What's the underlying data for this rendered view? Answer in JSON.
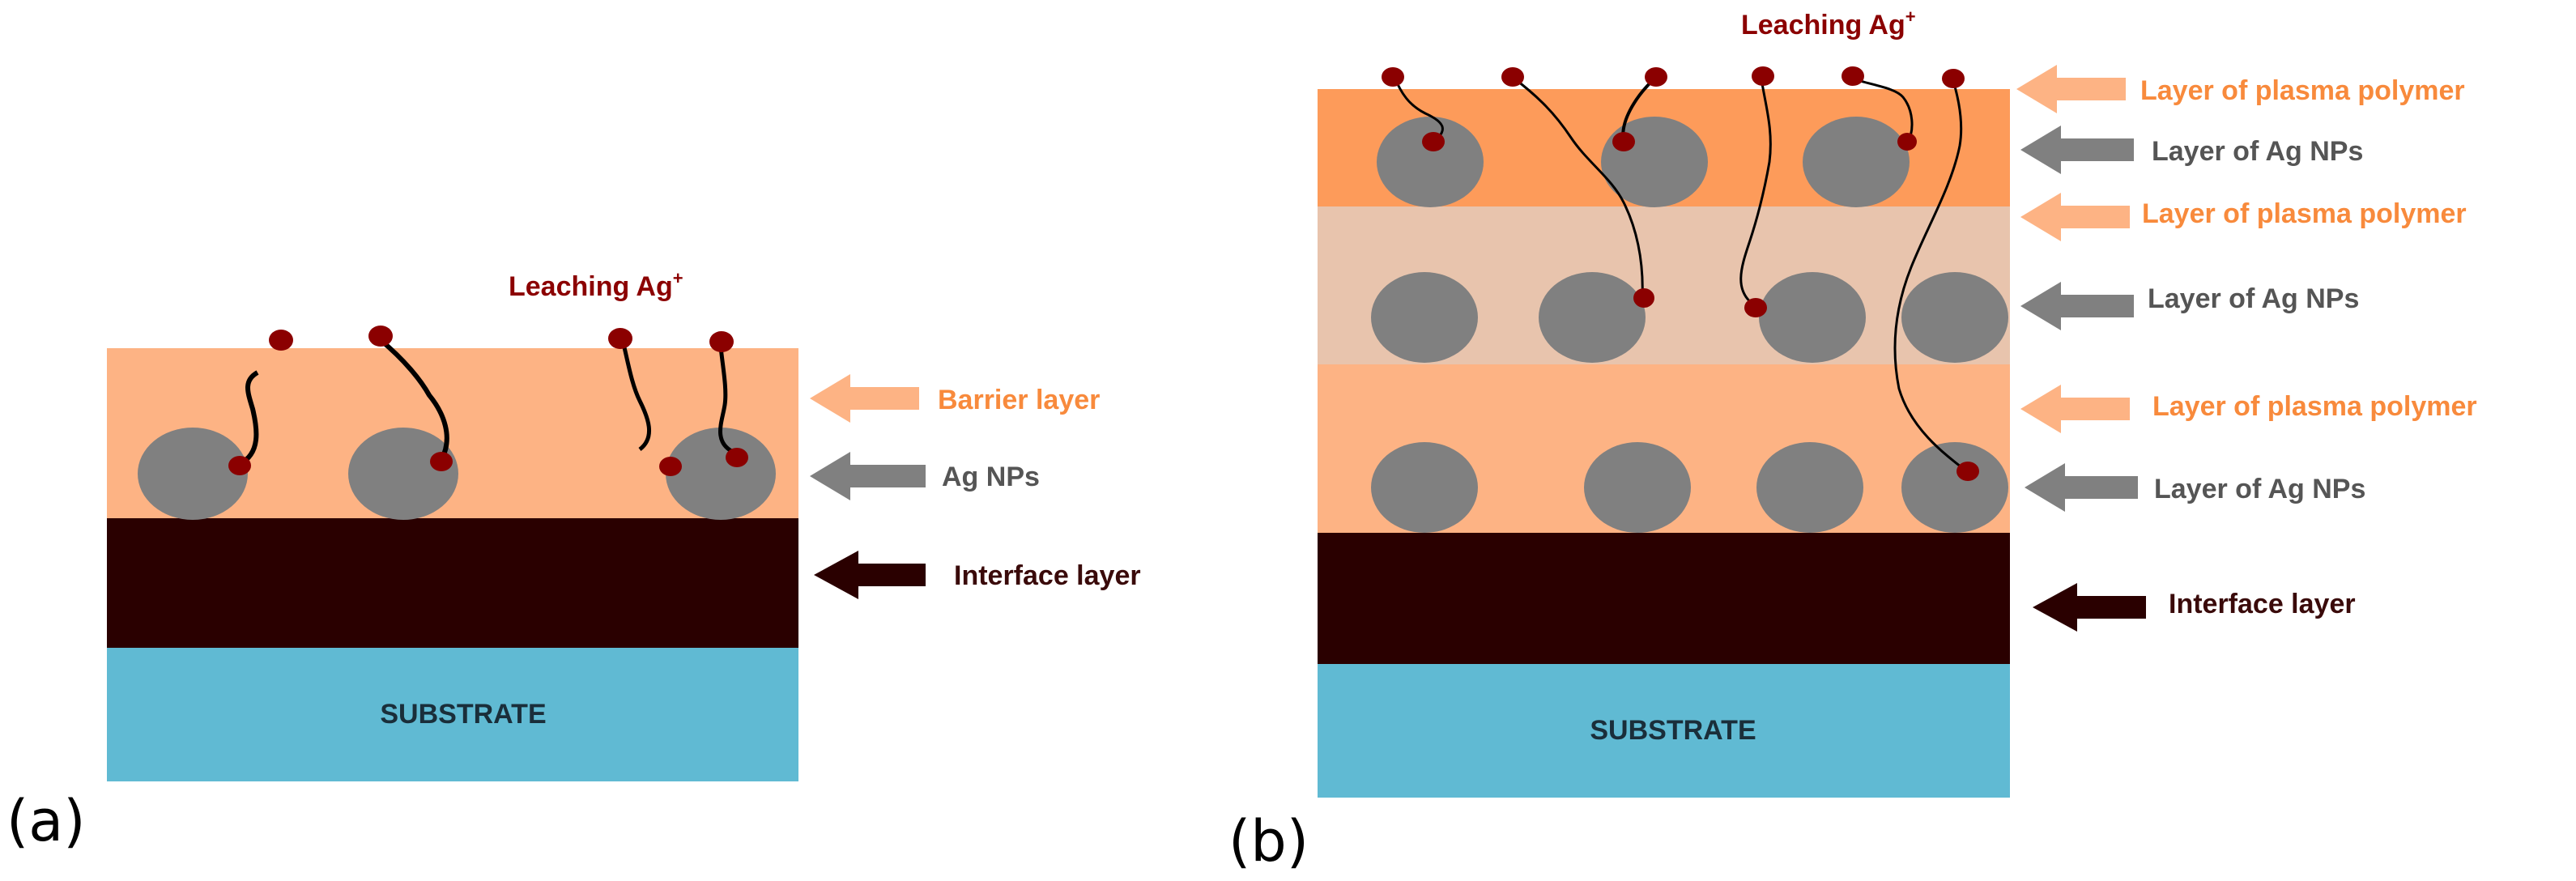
{
  "panel_a": {
    "label": "(a)",
    "leaching_label": "Leaching Ag",
    "leaching_sup": "+",
    "barrier_label": "Barrier layer",
    "np_label": "Ag NPs",
    "interface_label": "Interface layer",
    "substrate_label": "SUBSTRATE"
  },
  "panel_b": {
    "label": "(b)",
    "leaching_label": "Leaching Ag",
    "leaching_sup": "+",
    "labels": [
      "Layer of plasma polymer",
      "Layer of Ag NPs",
      "Layer of plasma polymer",
      "Layer of Ag NPs",
      "Layer of plasma polymer",
      "Layer of Ag NPs"
    ],
    "interface_label": "Interface layer",
    "substrate_label": "SUBSTRATE"
  },
  "colors": {
    "barrier": "#fdb384",
    "plasma_top": "#fd9b5a",
    "plasma_mid": "#e8c4ad",
    "np": "#808080",
    "interface": "#2a0000",
    "substrate": "#60bad3",
    "ag_ion": "#8b0000",
    "orange_text": "#f88a3c",
    "gray_text": "#555555",
    "dark_text": "#3a0a0a",
    "arrow_light": "#fdb384",
    "arrow_gray": "#808080",
    "arrow_dark": "#2a0000"
  }
}
